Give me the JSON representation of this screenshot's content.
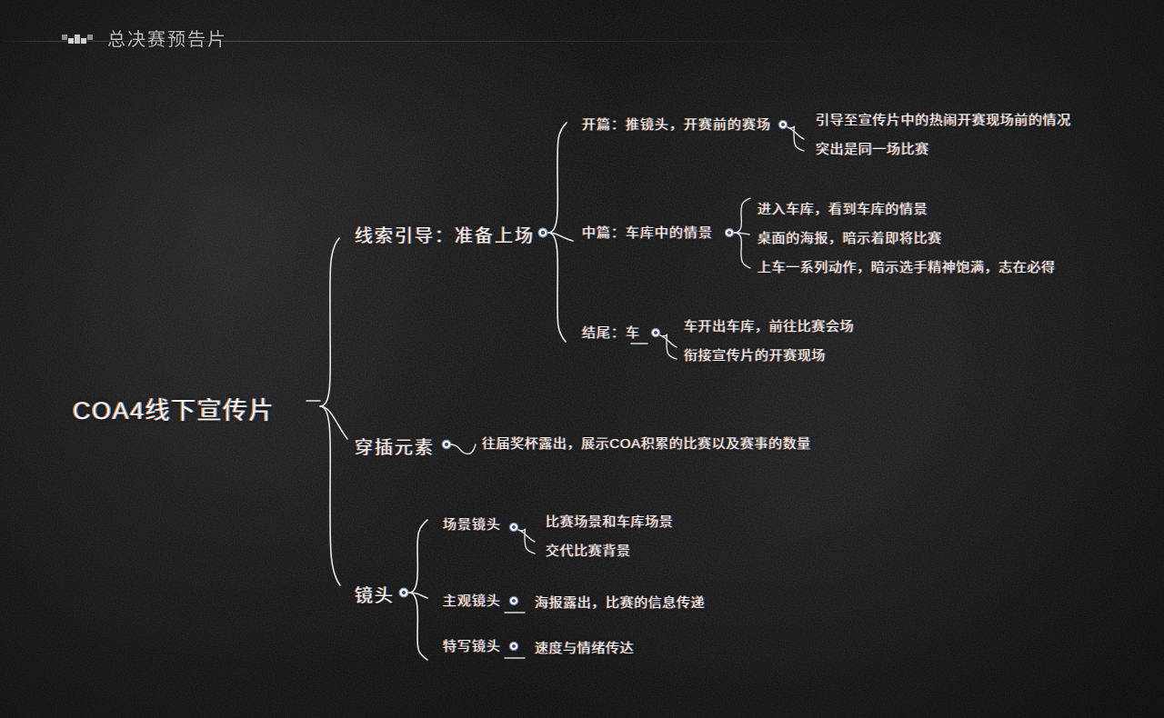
{
  "header": {
    "icon": "w-blocks-icon",
    "title": "总决赛预告片"
  },
  "mindmap": {
    "root": {
      "label": "COA4线下宣传片"
    },
    "branches": [
      {
        "label": "线索引导：准备上场",
        "children": [
          {
            "label": "开篇：推镜头，开赛前的赛场",
            "children": [
              {
                "label": "引导至宣传片中的热闹开赛现场前的情况"
              },
              {
                "label": "突出是同一场比赛"
              }
            ]
          },
          {
            "label": "中篇：车库中的情景",
            "children": [
              {
                "label": "进入车库，看到车库的情景"
              },
              {
                "label": "桌面的海报，暗示着即将比赛"
              },
              {
                "label": "上车一系列动作，暗示选手精神饱满，志在必得"
              }
            ]
          },
          {
            "label": "结尾：车",
            "children": [
              {
                "label": "车开出车库，前往比赛会场"
              },
              {
                "label": "衔接宣传片的开赛现场"
              }
            ]
          }
        ]
      },
      {
        "label": "穿插元素",
        "children": [
          {
            "label": "往届奖杯露出，展示COA积累的比赛以及赛事的数量"
          }
        ]
      },
      {
        "label": "镜头",
        "children": [
          {
            "label": "场景镜头",
            "children": [
              {
                "label": "比赛场景和车库场景"
              },
              {
                "label": "交代比赛背景"
              }
            ]
          },
          {
            "label": "主观镜头",
            "children": [
              {
                "label": "海报露出，比赛的信息传递"
              }
            ]
          },
          {
            "label": "特写镜头",
            "children": [
              {
                "label": "速度与情绪传达"
              }
            ]
          }
        ]
      }
    ]
  },
  "colors": {
    "background": "#0d0d0d",
    "text": "#f4f4f4",
    "header_text": "#bdbdbd",
    "wire": "#e8e8e8",
    "aberration_warm": "#ff7814",
    "aberration_cool": "#4696ff"
  }
}
